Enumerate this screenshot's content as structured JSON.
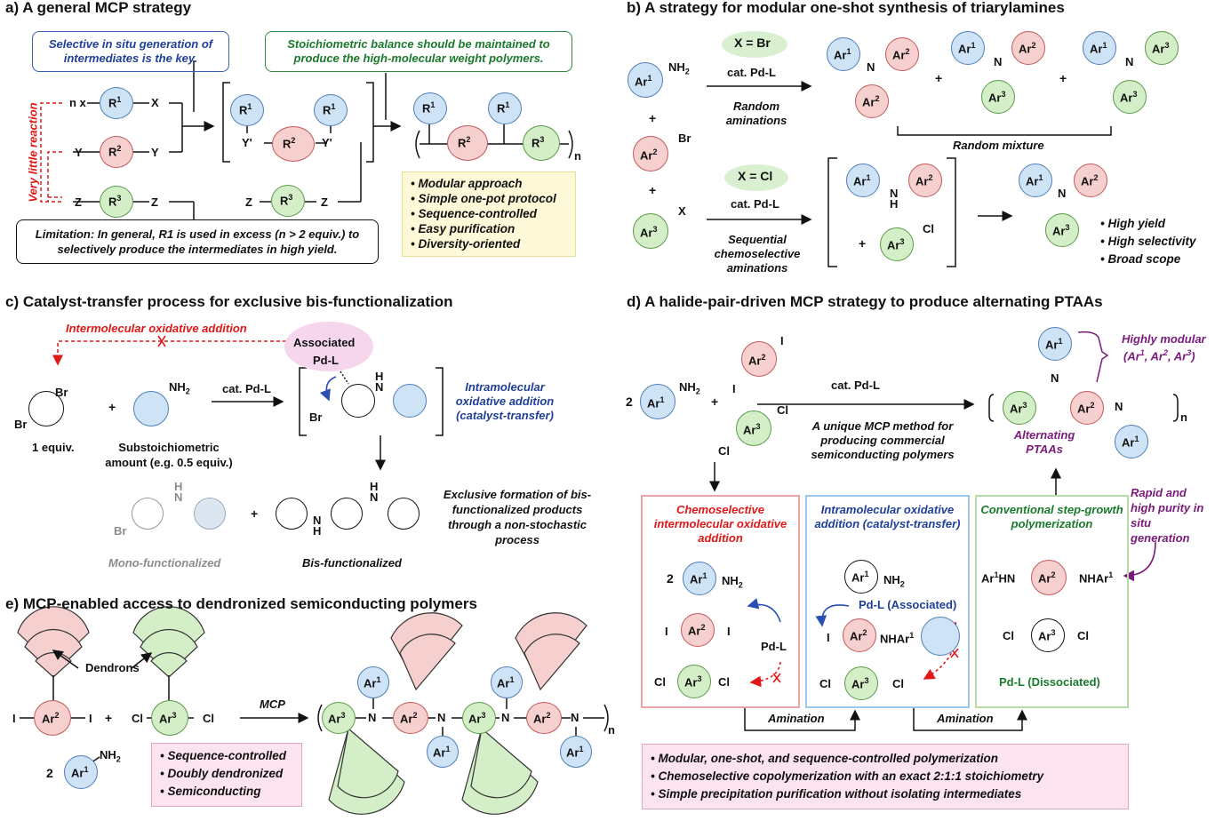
{
  "panel_a": {
    "title": "a) A general MCP strategy",
    "note_blue": "Selective in situ generation of intermediates is the key.",
    "note_green": "Stoichiometric balance should be maintained to produce the high-molecular weight polymers.",
    "side_label": "Very little reaction",
    "nx": "n x",
    "limitation": "Limitation: In general, R1 is used in excess (n > 2 equiv.) to selectively produce the intermediates in high yield.",
    "bullets": [
      "Modular approach",
      "Simple one-pot protocol",
      "Sequence-controlled",
      "Easy purification",
      "Diversity-oriented"
    ],
    "subscript_n": "n"
  },
  "panel_b": {
    "title": "b) A strategy for modular one-shot synthesis of triarylamines",
    "x_br": "X = Br",
    "x_cl": "X = Cl",
    "cat": "cat. Pd-L",
    "random_aminations": "Random aminations",
    "random_mixture": "Random mixture",
    "sequential": "Sequential chemoselective aminations",
    "bullets": [
      "High yield",
      "High selectivity",
      "Broad scope"
    ],
    "plus": "+"
  },
  "panel_c": {
    "title": "c) Catalyst-transfer process for exclusive bis-functionalization",
    "intermolecular": "Intermolecular oxidative addition",
    "associated": "Associated",
    "pdl": "Pd-L",
    "cat": "cat. Pd-L",
    "one_equiv": "1 equiv.",
    "substoich_1": "Substoichiometric",
    "substoich_2": "amount (e.g. 0.5 equiv.)",
    "intramolecular": "Intramolecular oxidative addition (catalyst-transfer)",
    "exclusive": "Exclusive formation of bis-functionalized products through a non-stochastic process",
    "mono": "Mono-functionalized",
    "bis": "Bis-functionalized"
  },
  "panel_d": {
    "title": "d) A halide-pair-driven MCP strategy to produce alternating PTAAs",
    "cat": "cat. Pd-L",
    "unique": "A unique MCP method for producing commercial semiconducting polymers",
    "highly_modular": "Highly modular",
    "ar_list": "(Ar1, Ar2, Ar3)",
    "alternating": "Alternating PTAAs",
    "rapid": "Rapid and high purity in situ generation",
    "box1_title": "Chemoselective intermolecular oxidative addition",
    "box2_title": "Intramolecular oxidative addition (catalyst-transfer)",
    "box3_title": "Conventional step-growth polymerization",
    "pdl": "Pd-L",
    "pdl_assoc": "Pd-L (Associated)",
    "pdl_dissoc": "Pd-L (Dissociated)",
    "amination": "Amination",
    "two": "2",
    "bullets": [
      "Modular, one-shot, and sequence-controlled polymerization",
      "Chemoselective copolymerization with an exact 2:1:1 stoichiometry",
      "Simple precipitation purification without isolating intermediates"
    ]
  },
  "panel_e": {
    "title": "e) MCP-enabled access to dendronized semiconducting polymers",
    "dendrons": "Dendrons",
    "mcp": "MCP",
    "two": "2",
    "bullets": [
      "Sequence-controlled",
      "Doubly dendronized",
      "Semiconducting"
    ]
  },
  "colors": {
    "blue_ring": "#cfe3f6",
    "red_ring": "#f6cfcf",
    "green_ring": "#d4efc8",
    "note_blue": "#1f3f9a",
    "note_green": "#1a7a2c",
    "warn_red": "#e01818",
    "purple": "#7a1a7a",
    "yellow_box": "#fdf9d8",
    "pink_box": "#fbe4ef"
  }
}
